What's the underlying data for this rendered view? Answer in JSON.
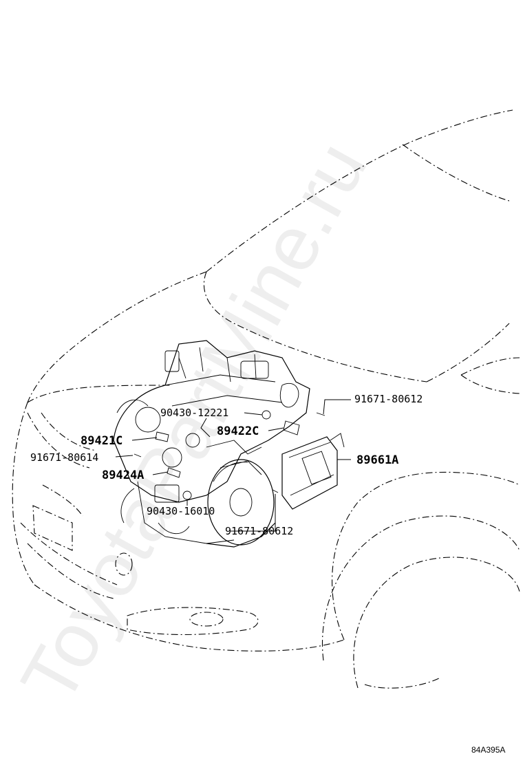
{
  "watermark": "ToyotaPartMine.ru",
  "diagram_code": "84A395A",
  "labels": {
    "l1": "91671-80612",
    "l2": "90430-12221",
    "l3": "89422C",
    "l4": "89421C",
    "l5": "91671-80614",
    "l6": "89661A",
    "l7": "89424A",
    "l8": "90430-16010",
    "l9": "91671-80612"
  }
}
